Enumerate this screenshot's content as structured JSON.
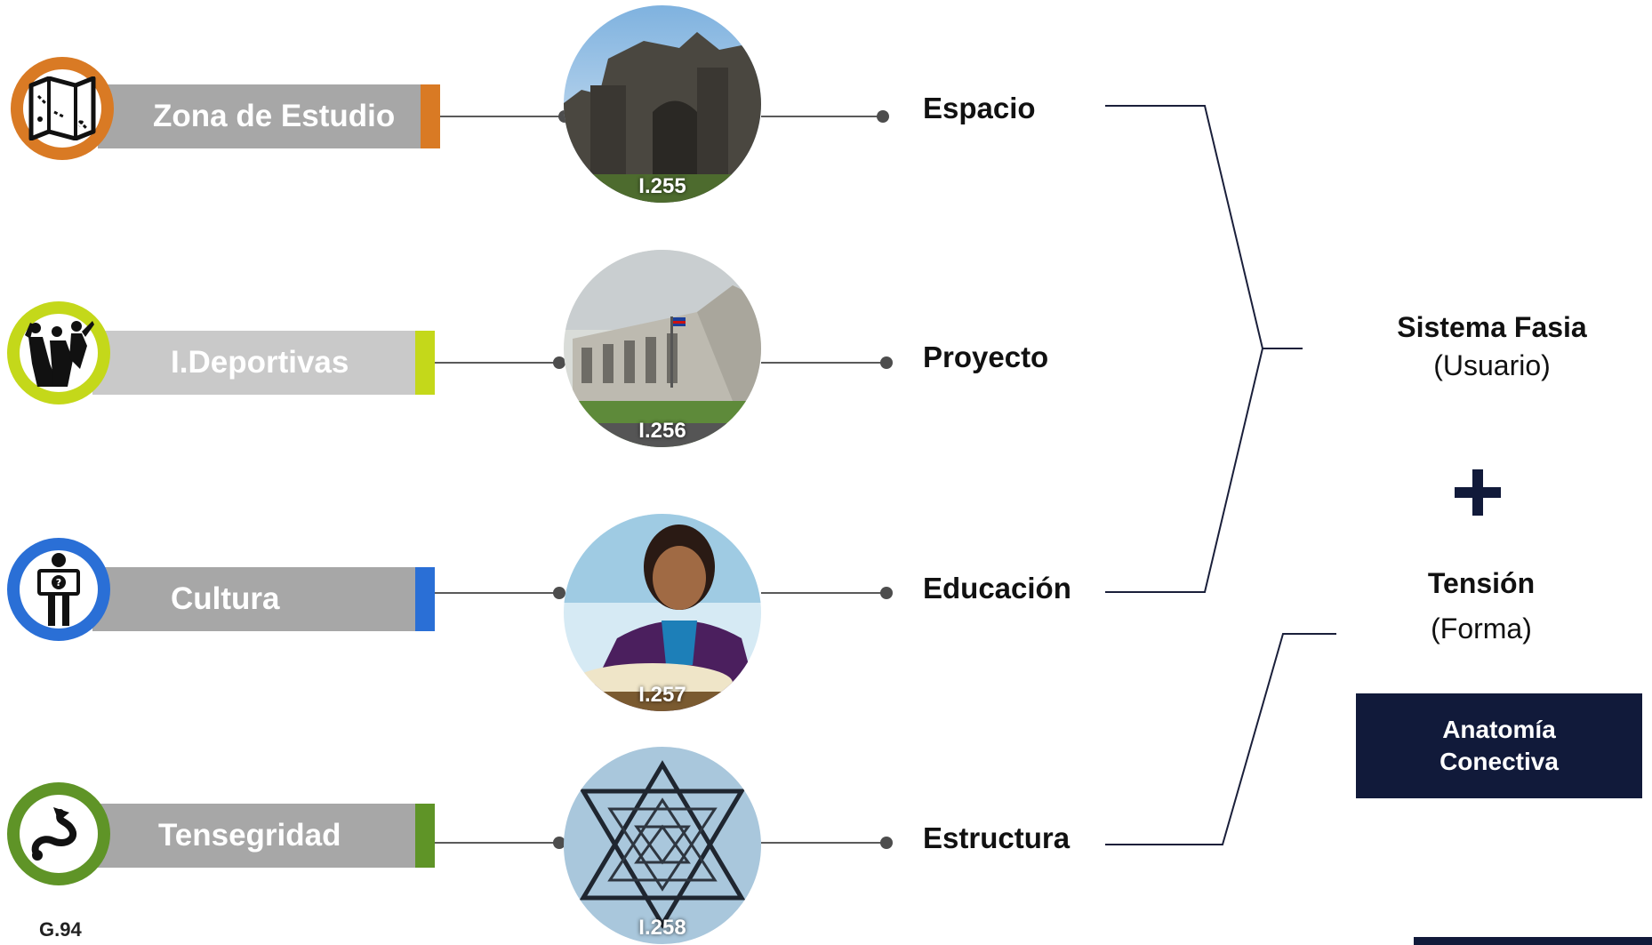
{
  "rows": [
    {
      "label": "Zona de Estudio",
      "accent": "#d97a24",
      "photo_id": "I.255",
      "concept": "Espacio",
      "icon": "map-icon"
    },
    {
      "label": "I.Deportivas",
      "accent": "#c4d81a",
      "photo_id": "I.256",
      "concept": "Proyecto",
      "icon": "sports-people-icon"
    },
    {
      "label": "Cultura",
      "accent": "#2a6fd6",
      "photo_id": "I.257",
      "concept": "Educación",
      "icon": "person-sign-icon"
    },
    {
      "label": "Tensegridad",
      "accent": "#5f9427",
      "photo_id": "I.258",
      "concept": "Estructura",
      "icon": "tensegrity-curve-icon"
    }
  ],
  "right": {
    "sistema_title": "Sistema Fasia",
    "sistema_sub": "(Usuario)",
    "plus": "+",
    "tension_title": "Tensión",
    "tension_sub": "(Forma)",
    "box_line1": "Anatomía",
    "box_line2": "Conectiva"
  },
  "figure_label": "G.94",
  "colors": {
    "navy": "#111a3a",
    "bar_gray": "#a7a7a7",
    "line": "#1a1f3a"
  }
}
